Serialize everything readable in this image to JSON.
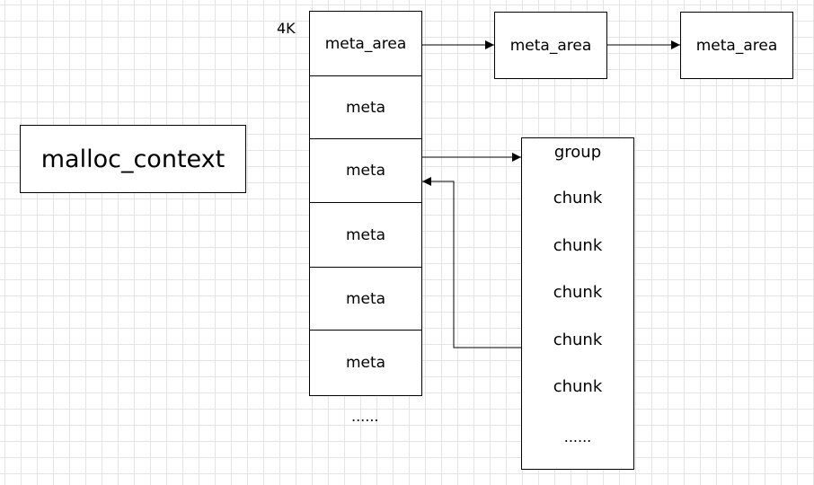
{
  "malloc_context": {
    "label": "malloc_context"
  },
  "size_label": "4K",
  "meta_areas": {
    "first": "meta_area",
    "second": "meta_area",
    "third": "meta_area"
  },
  "meta_cells": [
    "meta",
    "meta",
    "meta",
    "meta",
    "meta"
  ],
  "meta_ellipsis": "......",
  "group": {
    "header": "group",
    "chunks": [
      "chunk",
      "chunk",
      "chunk",
      "chunk",
      "chunk"
    ],
    "ellipsis": "......"
  }
}
